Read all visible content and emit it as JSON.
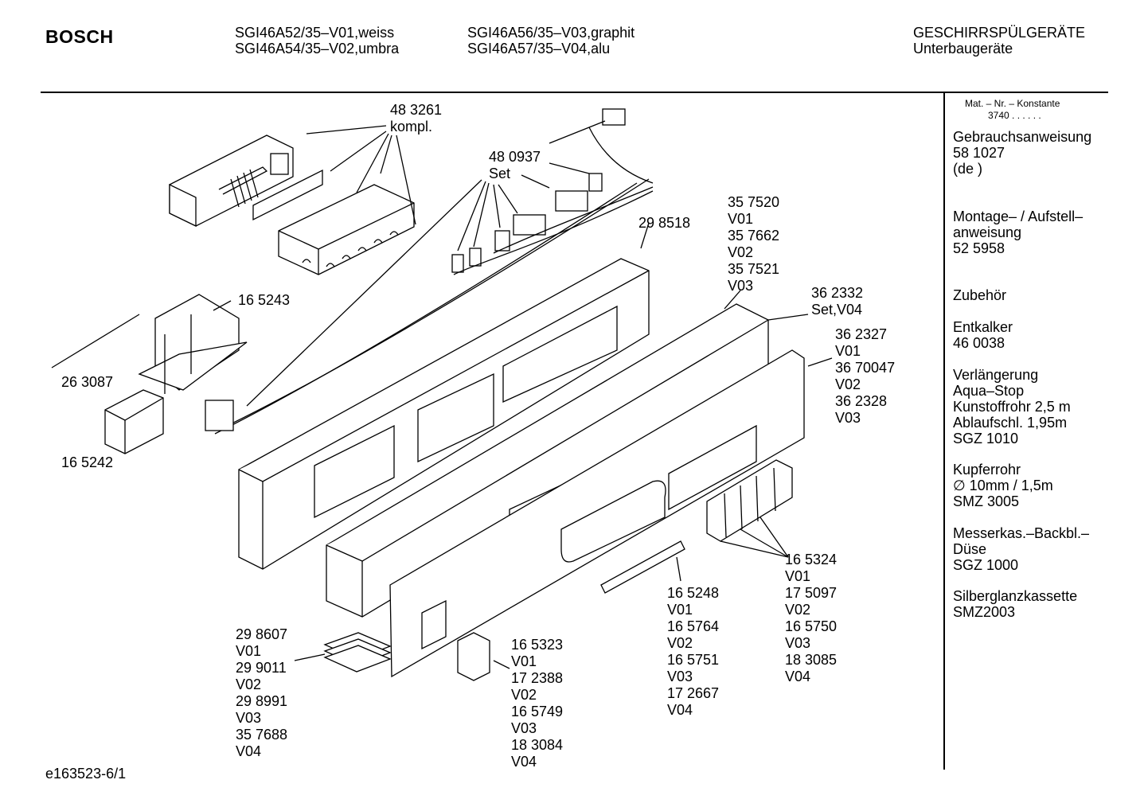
{
  "header": {
    "brand": "BOSCH",
    "models": [
      "SGI46A52/35–V01,weiss",
      "SGI46A54/35–V02,umbra",
      "SGI46A56/35–V03,graphit",
      "SGI46A57/35–V04,alu"
    ],
    "category": "GESCHIRRSPÜLGERÄTE",
    "subcategory": "Unterbaugeräte"
  },
  "sidebar": {
    "constant_label": "Mat. – Nr. – Konstante",
    "constant_value": "3740 .  .  .  .  .  .",
    "items": [
      {
        "lines": [
          "Gebrauchsanweisung",
          "58 1027",
          "(de )"
        ]
      },
      {
        "lines": [
          "Montage– / Aufstell–",
          "anweisung",
          "52 5958"
        ]
      },
      {
        "lines": [
          "Zubehör"
        ]
      },
      {
        "lines": [
          "Entkalker",
          "46 0038"
        ]
      },
      {
        "lines": [
          "Verlängerung",
          "Aqua–Stop",
          "Kunstoffrohr 2,5 m",
          "Ablaufschl. 1,95m",
          "SGZ 1010"
        ]
      },
      {
        "lines": [
          "Kupferrohr",
          "∅ 10mm / 1,5m",
          "SMZ 3005"
        ]
      },
      {
        "lines": [
          "Messerkas.–Backbl.–",
          "Düse",
          "SGZ 1000"
        ]
      },
      {
        "lines": [
          "Silberglanzkassette",
          "SMZ2003"
        ]
      }
    ]
  },
  "parts": {
    "p483261": [
      "48 3261",
      "kompl."
    ],
    "p480937": [
      "48 0937",
      "Set"
    ],
    "p298518": [
      "29 8518"
    ],
    "p357520": [
      "35 7520",
      "V01",
      "35 7662",
      "V02",
      "35 7521",
      "V03"
    ],
    "p362332": [
      "36 2332",
      "Set,V04"
    ],
    "p362327": [
      "36 2327",
      "V01",
      "36 70047",
      "V02",
      "36 2328",
      "V03"
    ],
    "p165243": [
      "16 5243"
    ],
    "p263087": [
      "26 3087"
    ],
    "p165242": [
      "16 5242"
    ],
    "p165324": [
      "16 5324",
      "V01",
      "17 5097",
      "V02",
      "16 5750",
      "V03",
      "18 3085",
      "V04"
    ],
    "p165248": [
      "16 5248",
      "V01",
      "16 5764",
      "V02",
      "16 5751",
      "V03",
      "17 2667",
      "V04"
    ],
    "p165323": [
      "16 5323",
      "V01",
      "17 2388",
      "V02",
      "16 5749",
      "V03",
      "18 3084",
      "V04"
    ],
    "p298607": [
      "29 8607",
      "V01",
      "29 9011",
      "V02",
      "29 8991",
      "V03",
      "35 7688",
      "V04"
    ]
  },
  "footer": {
    "code": "e163523-6/1"
  }
}
